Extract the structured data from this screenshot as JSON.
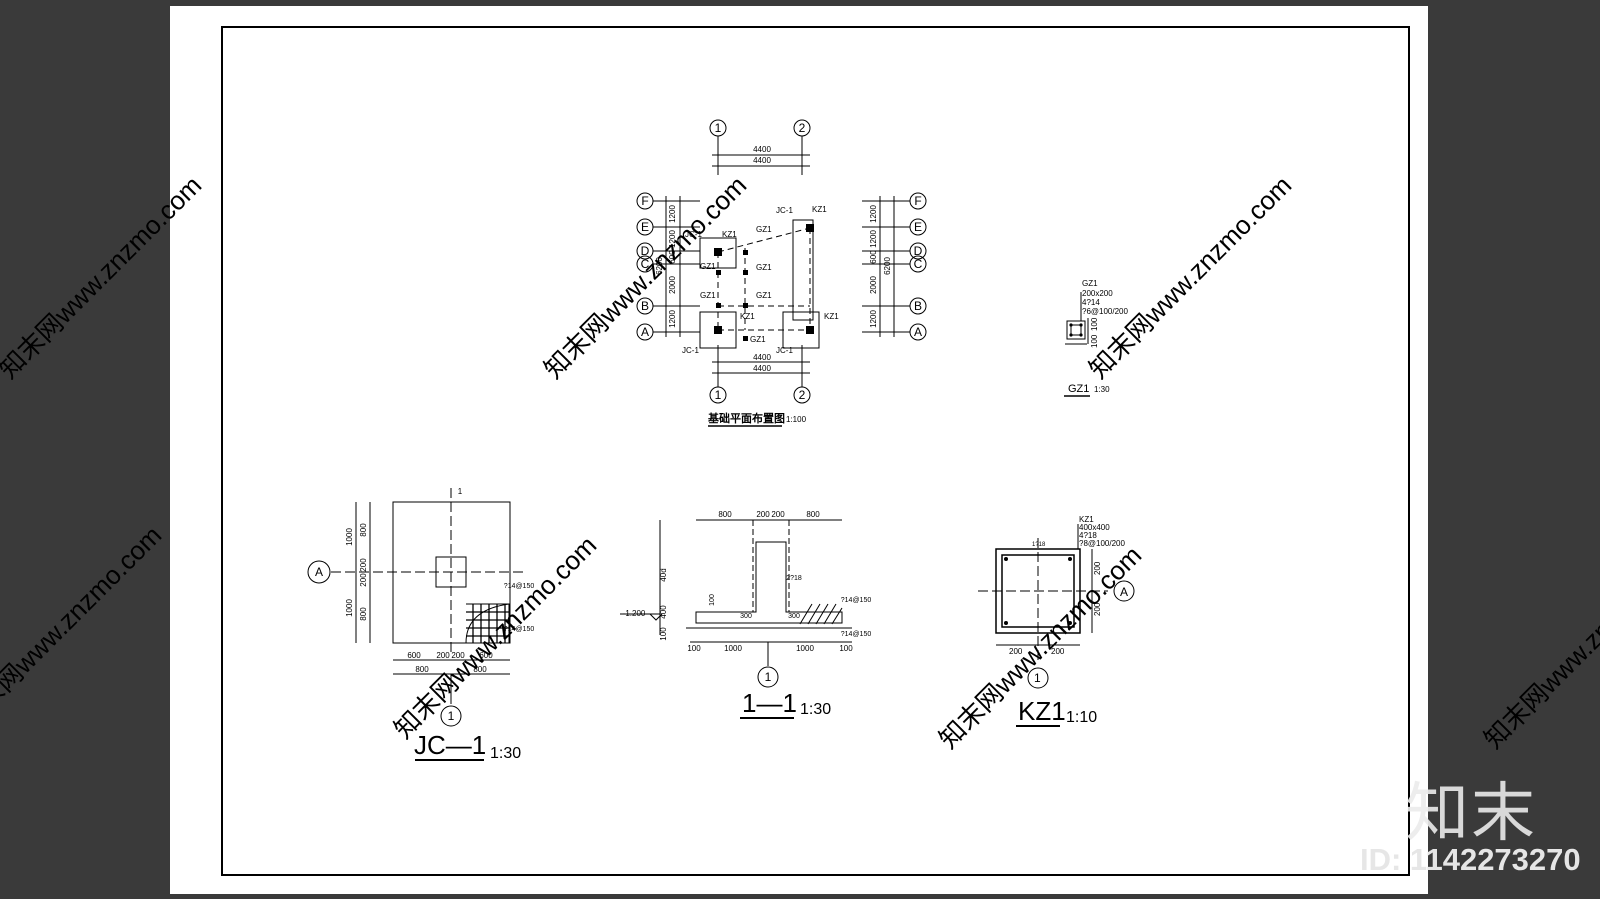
{
  "colors": {
    "background": "#3a3a3a",
    "sheet": "#ffffff",
    "ink": "#000000"
  },
  "watermark": {
    "text": "知末网www.znzmo.com",
    "brand": "知末",
    "id_label": "ID: 1142273270"
  },
  "plan": {
    "title": "基础平面布置图",
    "scale": "1:100",
    "axis_cols": [
      "1",
      "2"
    ],
    "axis_rows": [
      "F",
      "E",
      "D",
      "C",
      "B",
      "A"
    ],
    "dim_total": "4400",
    "dim_left": [
      "1200",
      "1200",
      "600",
      "2000",
      "1200"
    ],
    "dim_overall": "6200",
    "labels": {
      "jc1": "JC-1",
      "kz1": "KZ1",
      "gz1": "GZ1"
    }
  },
  "gz1": {
    "title": "GZ1",
    "scale": "1:30",
    "notes": [
      "GZ1",
      "200x200",
      "4?14",
      "?6@100/200"
    ],
    "dims": [
      "100",
      "100"
    ]
  },
  "jc1": {
    "title": "JC—1",
    "scale": "1:30",
    "section_mark": "1",
    "axis": "A",
    "axis_bottom": "1",
    "dims_left": [
      "1000",
      "800",
      "200",
      "200",
      "1000",
      "800"
    ],
    "dims_bottom": [
      "600",
      "200",
      "200",
      "600"
    ],
    "dims_bottom_total": [
      "800",
      "800"
    ],
    "rebar": [
      "?14@150",
      "?14@150"
    ]
  },
  "section11": {
    "title": "1—1",
    "scale": "1:30",
    "axis_bottom": "1",
    "dims_top": [
      "800",
      "200",
      "200",
      "800"
    ],
    "dims_left": [
      "40d",
      "400",
      "100"
    ],
    "elevation": "-1.200",
    "dims_bottom": [
      "100",
      "1000",
      "1000",
      "100"
    ],
    "notes": [
      "?14@150",
      "?14@150",
      "2?18",
      "300",
      "300",
      "100"
    ]
  },
  "kz1": {
    "title": "KZ1",
    "scale": "1:10",
    "axis_right": "A",
    "axis_bottom": "1",
    "notes": [
      "KZ1",
      "400x400",
      "4?18",
      "?8@100/200",
      "1?18"
    ],
    "dims_right": [
      "200",
      "200"
    ],
    "dims_bottom": [
      "200",
      "200"
    ]
  }
}
